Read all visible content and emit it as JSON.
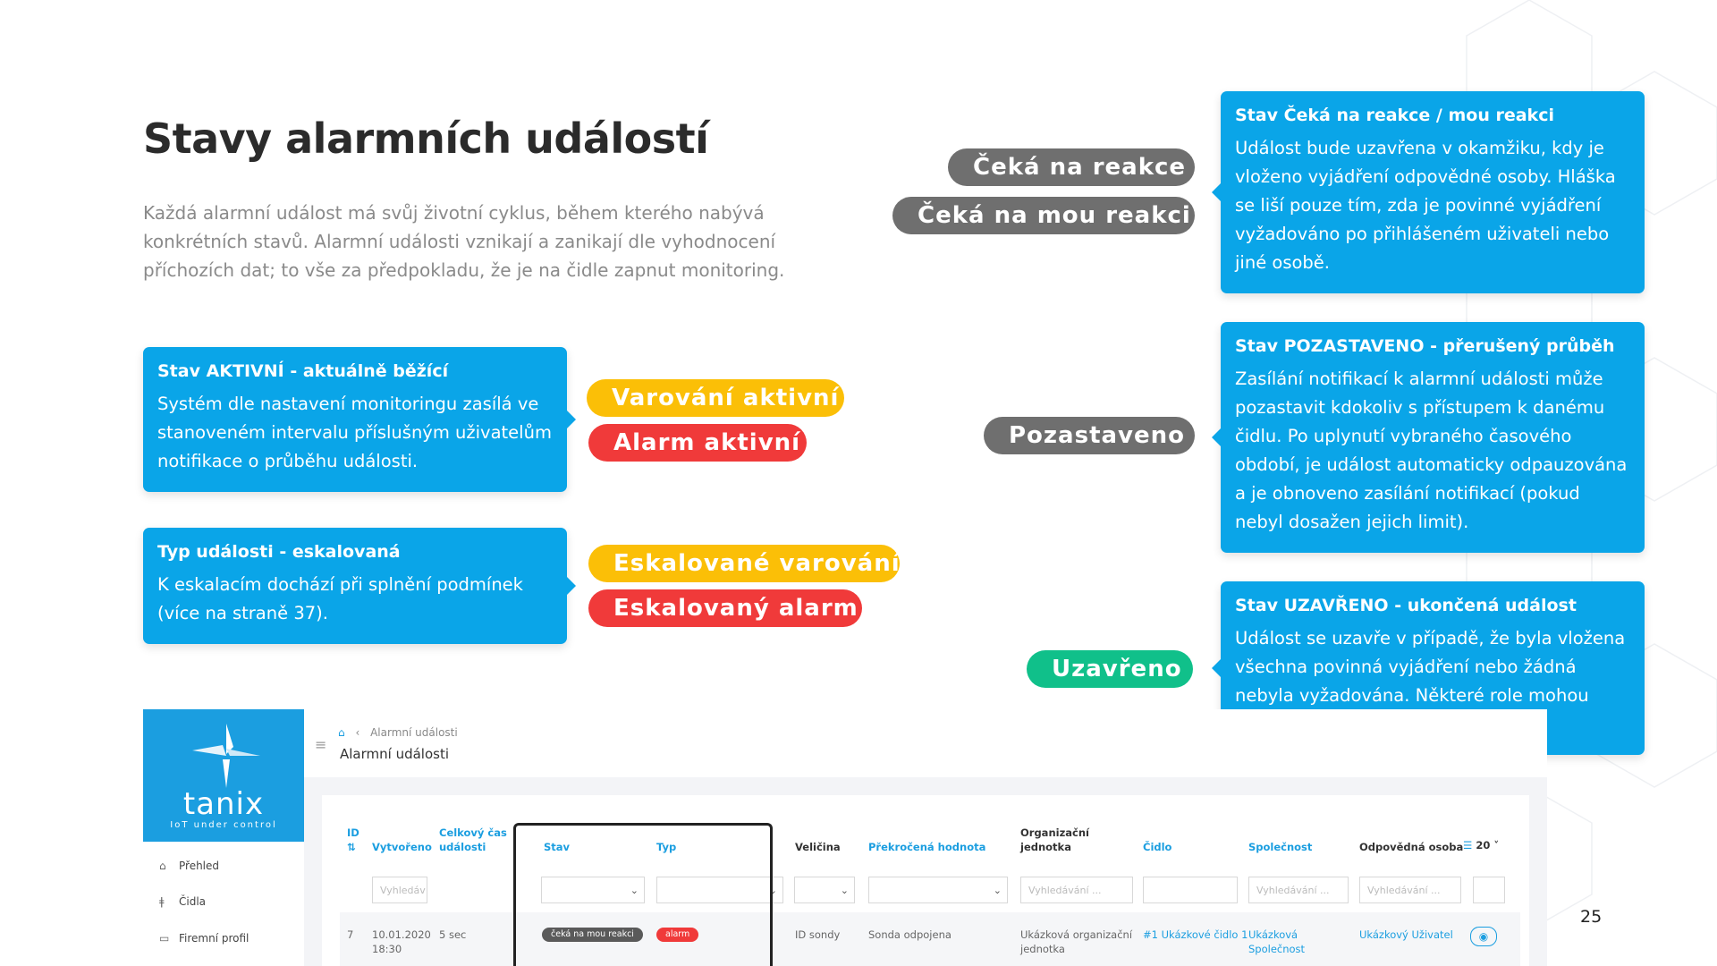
{
  "title": "Stavy alarmních událostí",
  "intro": "Každá alarmní událost má svůj životní cyklus, během kterého nabývá konkrétních stavů. Alarmní události vznikají a zanikají dle vyhodnocení příchozích dat; to vše za předpokladu, že je na čidle zapnut monitoring.",
  "cards": {
    "active": {
      "heading": "Stav AKTIVNÍ - aktuálně běžící",
      "body": "Systém dle nastavení monitoringu zasílá ve stanoveném intervalu příslušným uživatelům notifikace o průběhu události."
    },
    "escalated": {
      "heading": "Typ události - eskalovaná",
      "body": "K eskalacím dochází při splnění podmínek (více na straně 37)."
    },
    "waiting": {
      "heading": "Stav Čeká na reakce / mou reakci",
      "body": "Událost bude uzavřena v okamžiku, kdy je vloženo vyjádření odpovědné osoby. Hláška se liší pouze tím, zda je povinné vyjádření vyžadováno po přihlášeném uživateli nebo jiné osobě."
    },
    "paused": {
      "heading": "Stav POZASTAVENO - přerušený průběh",
      "body": "Zasílání notifikací k alarmní události může pozastavit kdokoliv s přístupem k danému čidlu. Po uplynutí vybraného časového období, je událost automaticky odpauzována a je obnoveno zasílání notifikací (pokud nebyl dosažen jejich limit)."
    },
    "closed": {
      "heading": "Stav UZAVŘENO - ukončená událost",
      "body": "Událost se uzavře v případě, že byla vložena všechna povinná vyjádření nebo žádná nebyla vyžadována. Některé role mohou alarmní události uzavřít i ručně."
    }
  },
  "pills": {
    "waiting_react": "Čeká na reakce",
    "waiting_my": "Čeká na mou reakci",
    "warning_active": "Varování aktivní",
    "alarm_active": "Alarm aktivní",
    "escalated_warning": "Eskalované varování",
    "escalated_alarm": "Eskalovaný alarm",
    "paused": "Pozastaveno",
    "closed": "Uzavřeno"
  },
  "colors": {
    "card_blue": "#0aa5e8",
    "gray": "#6f6f6f",
    "yellow": "#fbbf07",
    "red": "#f03a3a",
    "green": "#10c08a"
  },
  "page_number": "25",
  "app": {
    "logo_word": "tanix",
    "logo_tagline": "IoT under control",
    "nav": [
      {
        "label": "Přehled",
        "icon": "home-icon"
      },
      {
        "label": "Čidla",
        "icon": "thermometer-icon"
      },
      {
        "label": "Firemní profil",
        "icon": "briefcase-icon"
      }
    ],
    "breadcrumb": "Alarmní události",
    "page_title": "Alarmní události",
    "columns": {
      "id": "ID",
      "created": "Vytvořeno",
      "total_time": "Celkový čas události",
      "state": "Stav",
      "type": "Typ",
      "quantity": "Veličina",
      "exceeded": "Překročená hodnota",
      "org_unit": "Organizační jednotka",
      "sensor": "Čidlo",
      "company": "Společnost",
      "responsible": "Odpovědná osoba"
    },
    "page_size": "20",
    "placeholders": {
      "created": "Vyhledáv",
      "org_unit": "Vyhledávání ...",
      "company": "Vyhledávání ...",
      "responsible": "Vyhledávání ..."
    },
    "row": {
      "id": "7",
      "created_date": "10.01.2020",
      "created_time": "18:30",
      "total_time": "5 sec",
      "state": "čeká na mou reakci",
      "type": "alarm",
      "quantity": "ID sondy",
      "exceeded": "Sonda odpojena",
      "org_unit": "Ukázková organizační jednotka",
      "sensor": "#1 Ukázkové čidlo 1",
      "company": "Ukázková Společnost",
      "responsible": "Ukázkový Uživatel"
    }
  }
}
